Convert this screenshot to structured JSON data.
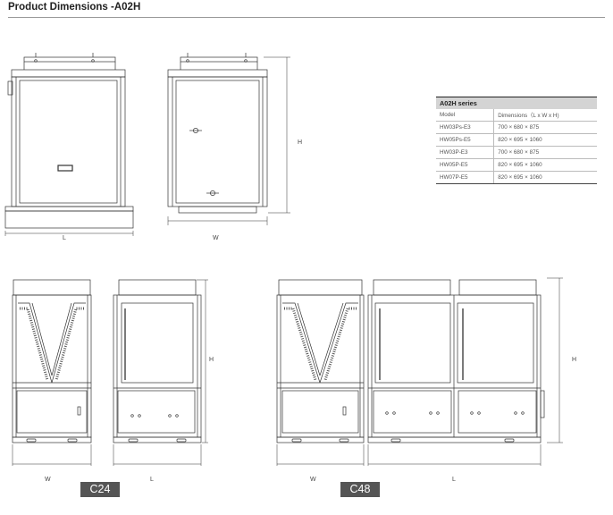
{
  "title": "Product Dimensions -A02H",
  "spec_table": {
    "series": "A02H series",
    "headers": [
      "Model",
      "Dimensions（L x W x H)"
    ],
    "rows": [
      [
        "HW03Ps-E3",
        "700 × 680 × 875"
      ],
      [
        "HW05Ps-E5",
        "820 × 695 × 1060"
      ],
      [
        "HW03P-E3",
        "700 × 680 × 875"
      ],
      [
        "HW05P-E5",
        "820 × 695 × 1060"
      ],
      [
        "HW07P-E5",
        "820 × 695 × 1060"
      ]
    ]
  },
  "dimension_labels": {
    "top_front_width": "L",
    "top_side_width": "W",
    "top_height": "H",
    "c24_width": "W",
    "c24_length": "L",
    "c24_height": "H",
    "c48_width": "W",
    "c48_length": "L",
    "c48_height": "H"
  },
  "badges": {
    "c24": "C24",
    "c48": "C48"
  },
  "colors": {
    "line": "#333333",
    "badge_bg": "#555555",
    "table_header_bg": "#d4d4d4"
  }
}
